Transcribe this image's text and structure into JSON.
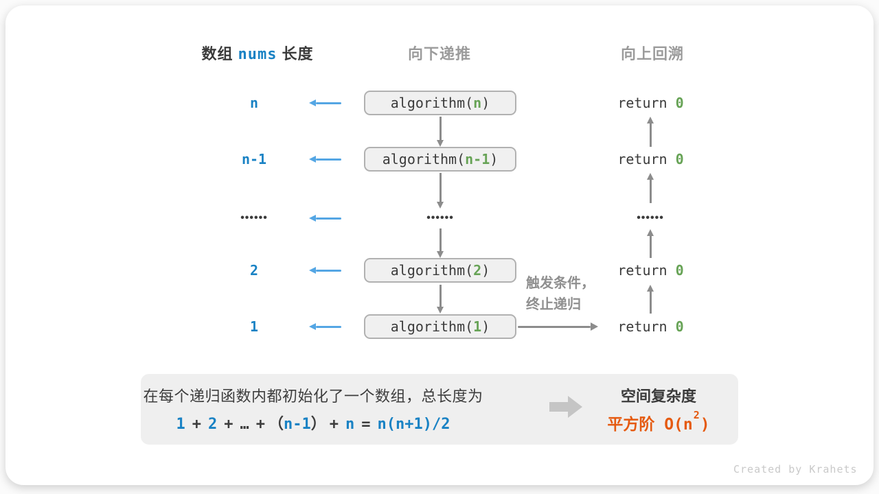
{
  "colors": {
    "blue_text": "#1982c4",
    "light_blue_arrow": "#54a6e4",
    "green_value": "#67a356",
    "orange_result": "#e55a10",
    "dark_text": "#3b3b3b",
    "gray_header": "#9b9b9b",
    "arrow_gray": "#8c8c8c",
    "box_fill": "#f0f0f0",
    "panel_fill": "#efefef"
  },
  "header": {
    "left": {
      "prefix": "数组",
      "code": "nums",
      "suffix": "长度"
    },
    "middle": "向下递推",
    "right": "向上回溯"
  },
  "call": {
    "prefix": "algorithm(",
    "suffix": ")"
  },
  "ret_keyword": "return",
  "rows": [
    {
      "label": "n",
      "arg": "n",
      "ret": "0"
    },
    {
      "label": "n-1",
      "arg": "n-1",
      "ret": "0"
    },
    {
      "label": "••••••",
      "mid": "••••••",
      "right": "••••••"
    },
    {
      "label": "2",
      "arg": "2",
      "ret": "0"
    },
    {
      "label": "1",
      "arg": "1",
      "ret": "0"
    }
  ],
  "terminate": {
    "line1": "触发条件，",
    "line2": "终止递归"
  },
  "summary": {
    "line1": "在每个递归函数内都初始化了一个数组，总长度为",
    "equation": [
      {
        "t": "1"
      },
      {
        "t": "+"
      },
      {
        "t": "2"
      },
      {
        "t": "+"
      },
      {
        "t": "…"
      },
      {
        "t": "+"
      },
      {
        "t": "（"
      },
      {
        "t": "n-1"
      },
      {
        "t": "）"
      },
      {
        "t": "+"
      },
      {
        "t": "n"
      },
      {
        "t": "="
      },
      {
        "t": "n(n+1)/2"
      }
    ],
    "result_title": "空间复杂度",
    "complexity_prefix": "平方阶 O(n",
    "complexity_sup": "2",
    "complexity_suffix": ")"
  },
  "watermark": "Created by Krahets"
}
